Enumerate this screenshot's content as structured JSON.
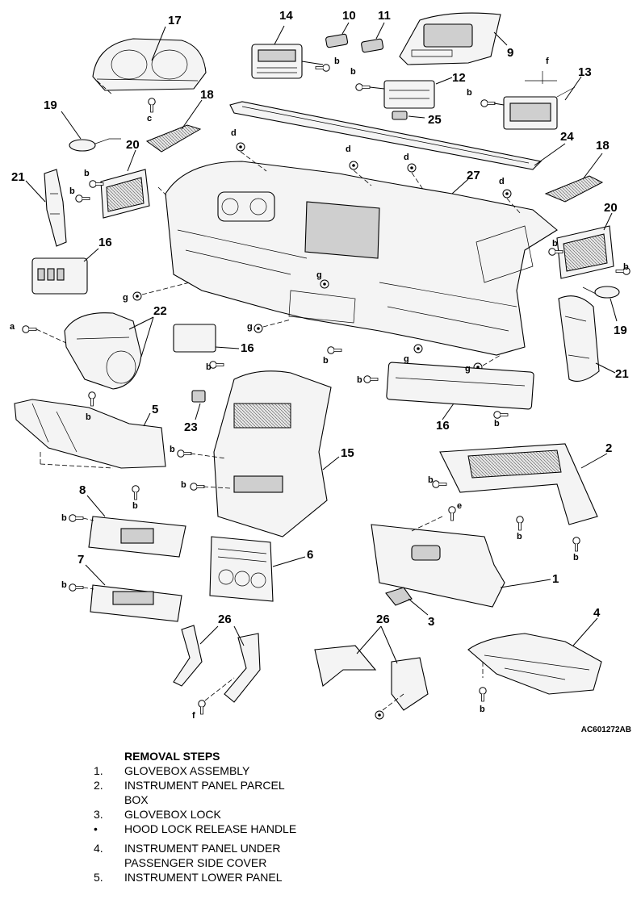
{
  "diagram": {
    "reference_code": "AC601272AB",
    "callouts": [
      "1",
      "2",
      "3",
      "4",
      "5",
      "6",
      "7",
      "8",
      "9",
      "10",
      "11",
      "12",
      "13",
      "14",
      "15",
      "16",
      "17",
      "18",
      "19",
      "20",
      "21",
      "22",
      "23",
      "24",
      "25",
      "26",
      "27"
    ],
    "fastener_labels": [
      "a",
      "b",
      "c",
      "d",
      "e",
      "f",
      "g"
    ]
  },
  "removal": {
    "title": "REMOVAL STEPS",
    "steps": [
      {
        "num": "1.",
        "text": "GLOVEBOX ASSEMBLY"
      },
      {
        "num": "2.",
        "text": "INSTRUMENT PANEL PARCEL BOX"
      },
      {
        "num": "3.",
        "text": "GLOVEBOX LOCK"
      },
      {
        "num": "•",
        "text": "HOOD LOCK RELEASE HANDLE"
      },
      {
        "num": "4.",
        "text": "INSTRUMENT PANEL UNDER PASSENGER SIDE COVER"
      },
      {
        "num": "5.",
        "text": "INSTRUMENT LOWER PANEL"
      }
    ]
  }
}
